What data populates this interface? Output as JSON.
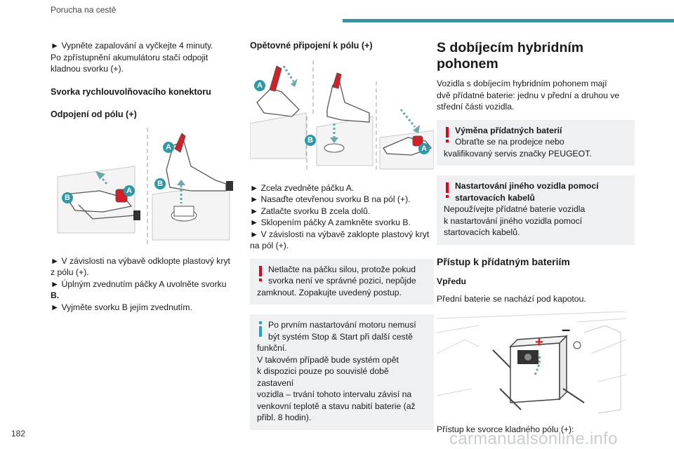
{
  "header": {
    "section_title": "Porucha na cestě"
  },
  "page_number": "182",
  "watermark": "carmanualsonline.info",
  "col1": {
    "p1_line1": "► Vypněte zapalování a vyčkejte 4 minuty.",
    "p1_line2": "Po zpřístupnění akumulátoru stačí odpojit",
    "p1_line3": "kladnou svorku (+).",
    "heading1": "Svorka rychlouvolňovacího konektoru",
    "heading2": "Odpojení od pólu (+)",
    "steps": [
      "► V závislosti na výbavě odklopte plastový kryt",
      "z pólu (+).",
      "► Úplným zvednutím páčky A uvolněte svorku",
      "B.",
      "► Vyjměte svorku B jejím zvednutím."
    ]
  },
  "col2": {
    "heading": "Opětovné připojení k pólu (+)",
    "steps": [
      "► Zcela zvedněte páčku A.",
      "► Nasaďte otevřenou svorku B na pól (+).",
      "► Zatlačte svorku B zcela dolů.",
      "► Sklopením páčky A zamkněte svorku B.",
      "► V závislosti na výbavě zaklopte plastový kryt",
      "na pól (+)."
    ],
    "warning": [
      "Netlačte na páčku silou, protože pokud",
      "svorka není ve správné pozici, nepůjde",
      "zamknout. Zopakujte uvedený postup."
    ],
    "info": [
      "Po prvním nastartování motoru nemusí",
      "být systém Stop & Start při další cestě",
      "funkční.",
      "V takovém případě bude systém opět",
      "k dispozici pouze po souvislé době zastavení",
      "vozidla – trvání tohoto intervalu závisí na",
      "venkovní teplotě a stavu nabití baterie (až",
      "přibl. 8 hodin)."
    ]
  },
  "col3": {
    "title_line1": "S dobíjecím hybridním",
    "title_line2": "pohonem",
    "intro": [
      "Vozidla s dobíjecím hybridním pohonem mají",
      "dvě přídatné baterie: jednu v přední a druhou ve",
      "střední části vozidla."
    ],
    "warn1_title": "Výměna přídatných baterií",
    "warn1_body": [
      "Obraťte se na prodejce nebo",
      "kvalifikovaný servis značky PEUGEOT."
    ],
    "warn2_title_line1": "Nastartování jiného vozidla pomocí",
    "warn2_title_line2": "startovacích kabelů",
    "warn2_body": [
      "Nepoužívejte přídatné baterie vozidla",
      "k nastartování jiného vozidla pomocí",
      "startovacích kabelů."
    ],
    "heading_access": "Přístup k přídatným bateriím",
    "sub_front": "Vpředu",
    "front_text": "Přední baterie se nachází pod kapotou.",
    "bottom_text": "Přístup ke svorce kladného pólu (+):"
  },
  "labels": {
    "a": "A",
    "b": "B",
    "plus": "+",
    "minus": "–"
  },
  "colors": {
    "accent": "#2a9aa8",
    "warning": "#e2001a",
    "info": "#1fa3d6",
    "label_circle": "#2a9aa8",
    "lever": "#d41f26",
    "arrow": "#6aa8a8"
  }
}
